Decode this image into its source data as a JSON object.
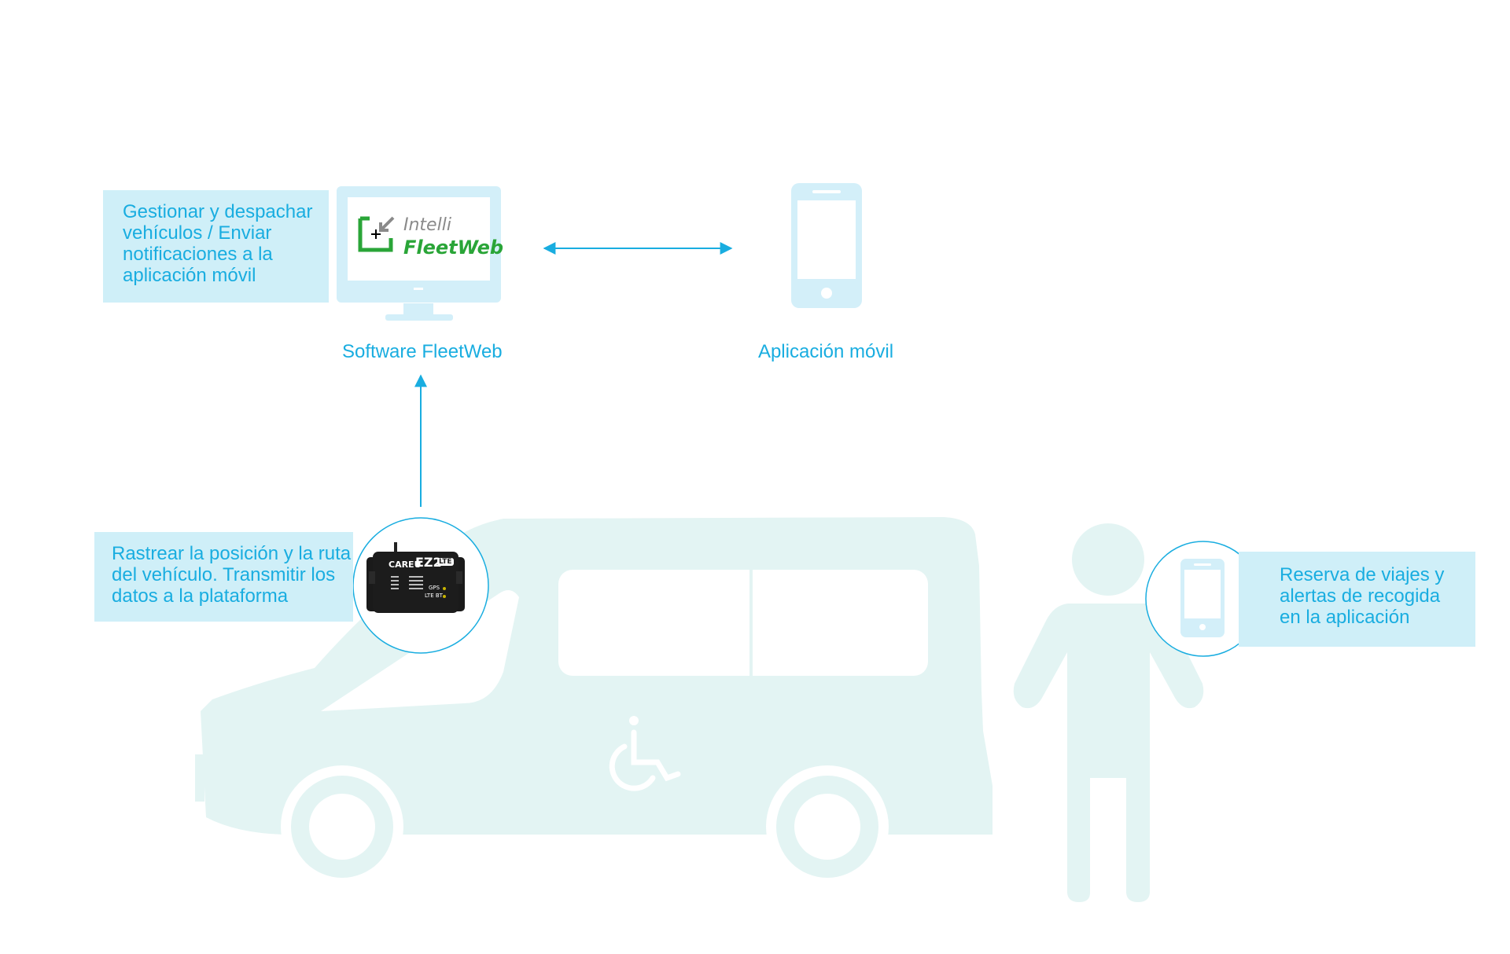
{
  "colors": {
    "accent": "#19ade0",
    "callout_bg": "#cfeff8",
    "silhouette": "#e3f4f3",
    "device_icon": "#d3eff9",
    "logo_green": "#2aa538",
    "logo_grey": "#8a8a8a"
  },
  "software": {
    "caption": "Software FleetWeb",
    "logo_top": "Intelli",
    "logo_bottom": "FleetWeb",
    "callout_lines": [
      "Gestionar y despachar",
      "vehículos / Enviar",
      "notificaciones a la",
      "aplicación móvil"
    ]
  },
  "mobile_app": {
    "caption": "Aplicación móvil"
  },
  "tracker": {
    "brand": "CAREU",
    "model": "EZ2",
    "model_badge": "LTE",
    "label_gps": "GPS",
    "label_lte": "LTE BT",
    "callout_lines": [
      "Rastrear la posición y la ruta",
      "del vehículo. Transmitir los",
      "datos a la plataforma"
    ]
  },
  "passenger": {
    "callout_lines": [
      "Reserva de viajes y",
      "alertas de recogida",
      "en la aplicación"
    ]
  },
  "icons": {
    "monitor": "desktop-monitor-icon",
    "phone": "smartphone-icon",
    "wheelchair": "wheelchair-accessible-icon",
    "van": "van-silhouette",
    "person": "person-silhouette"
  }
}
